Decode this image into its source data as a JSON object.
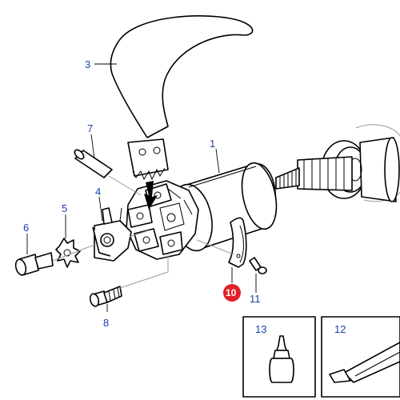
{
  "diagram": {
    "callouts": [
      {
        "id": "1",
        "text": "1"
      },
      {
        "id": "3",
        "text": "3"
      },
      {
        "id": "4",
        "text": "4"
      },
      {
        "id": "5",
        "text": "5"
      },
      {
        "id": "6",
        "text": "6"
      },
      {
        "id": "7",
        "text": "7"
      },
      {
        "id": "8",
        "text": "8"
      },
      {
        "id": "10",
        "text": "10",
        "highlighted": true
      },
      {
        "id": "11",
        "text": "11"
      },
      {
        "id": "12",
        "text": "12"
      },
      {
        "id": "13",
        "text": "13"
      }
    ],
    "colors": {
      "label": "#1a3fb0",
      "highlight": "#e0202a",
      "line": "#000000"
    }
  }
}
